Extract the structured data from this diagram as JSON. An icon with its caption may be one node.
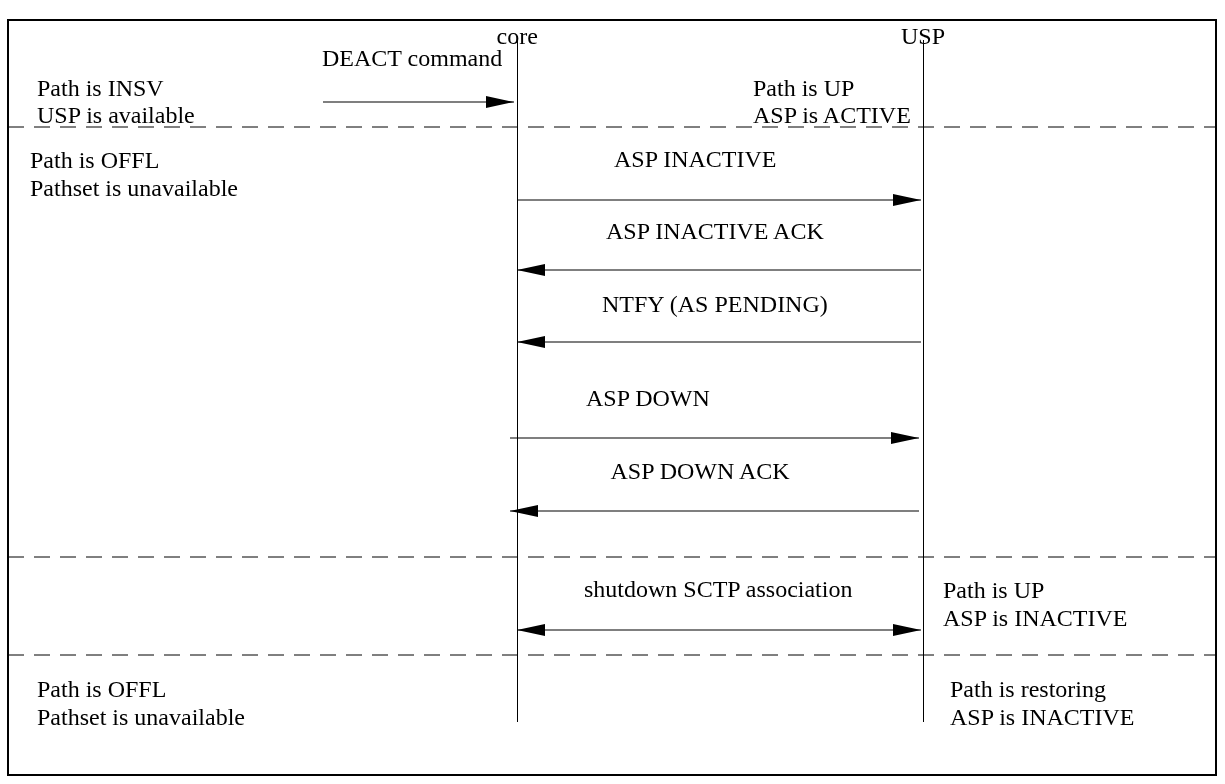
{
  "diagram": {
    "nodes": [
      {
        "text": [
          "core"
        ]
      },
      {
        "text": [
          "USP"
        ]
      }
    ],
    "edges": [
      {
        "from": null,
        "to": 0,
        "arrow": "to",
        "label": "DEACT command"
      },
      {
        "from": 0,
        "to": 1,
        "arrow": "to",
        "label": "ASP INACTIVE"
      },
      {
        "from": 1,
        "to": 0,
        "arrow": "to",
        "label": "ASP INACTIVE ACK"
      },
      {
        "from": 1,
        "to": 0,
        "arrow": "to",
        "label": "NTFY (AS PENDING)"
      },
      {
        "from": 0,
        "to": 1,
        "arrow": "to",
        "label": "ASP DOWN"
      },
      {
        "from": 1,
        "to": 0,
        "arrow": "to",
        "label": "ASP DOWN ACK"
      },
      {
        "from": 0,
        "to": 1,
        "arrow": "both",
        "label": "shutdown SCTP association"
      }
    ],
    "labels": [
      "Path is INSV",
      "USP is available",
      "Path is UP",
      "ASP is ACTIVE",
      "Path is OFFL",
      "Pathset is unavailable",
      "Path is UP",
      "ASP is INACTIVE",
      "Path is OFFL",
      "Pathset is unavailable",
      "Path is restoring",
      "ASP is INACTIVE"
    ]
  }
}
